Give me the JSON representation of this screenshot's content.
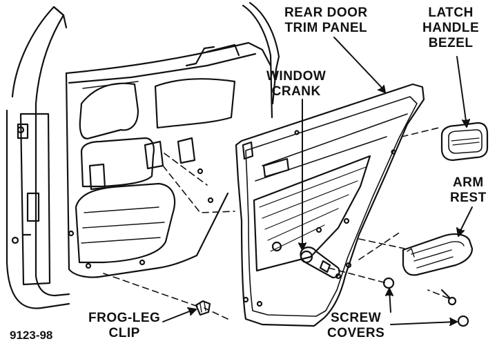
{
  "labels": {
    "rear_door_trim_panel": [
      "REAR DOOR",
      "TRIM PANEL"
    ],
    "latch_handle_bezel": [
      "LATCH",
      "HANDLE",
      "BEZEL"
    ],
    "window_crank": [
      "WINDOW",
      "CRANK"
    ],
    "arm_rest": [
      "ARM",
      "REST"
    ],
    "frog_leg_clip": [
      "FROG-LEG",
      "CLIP"
    ],
    "screw_covers": [
      "SCREW",
      "COVERS"
    ]
  },
  "figure_code": "9123-98",
  "colors": {
    "ink": "#111111",
    "paper": "#ffffff"
  }
}
